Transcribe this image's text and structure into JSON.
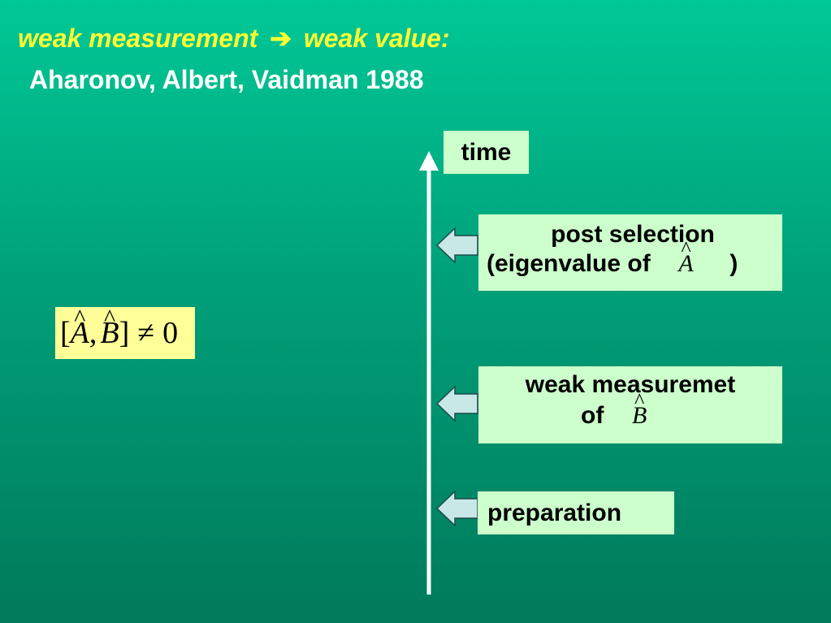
{
  "title": {
    "line1_left": "weak  measurement",
    "line1_arrow": "➔",
    "line1_right": "weak value:",
    "line2": "Aharonov, Albert, Vaidman 1988"
  },
  "commutator": {
    "open": "[",
    "op_a": "A",
    "comma": ",",
    "op_b": "B",
    "close": "]",
    "relation": "≠",
    "value": "0",
    "hat": "^"
  },
  "timeline": {
    "time_label": "time",
    "post_selection_line1": "post selection",
    "post_selection_line2_prefix": "(eigenvalue of",
    "post_selection_operator": "A",
    "post_selection_line2_suffix": ")",
    "weak_line1": "weak measuremet",
    "weak_line2_prefix": "of",
    "weak_operator": "B",
    "preparation": "preparation"
  },
  "colors": {
    "background_top": "#00c896",
    "background_bottom": "#007a5a",
    "title_accent": "#ffff33",
    "label_box": "#ccffcc",
    "commutator_box": "#ffff99",
    "arrow_fill": "#c8e8e8"
  }
}
